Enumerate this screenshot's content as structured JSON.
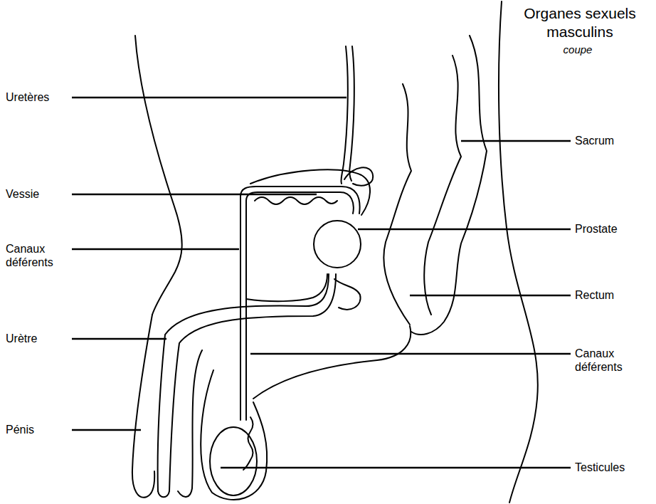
{
  "diagram": {
    "title": "Organes sexuels masculins",
    "labels": [
      "coupe",
      "Uretères",
      "Vessie",
      "Canaux déférents",
      "Urètre",
      "Pénis",
      "Sacrum",
      "Prostate",
      "Rectum",
      "Canaux déférents",
      "Testicules"
    ]
  }
}
